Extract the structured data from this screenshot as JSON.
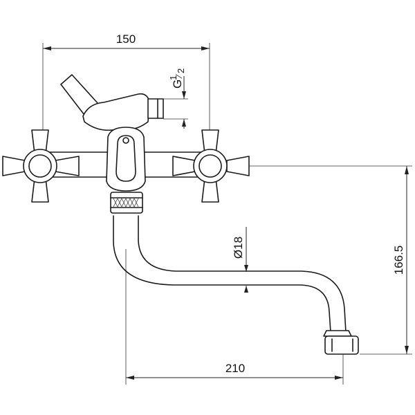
{
  "drawing": {
    "subject": "wall-mounted mixer tap",
    "dimensions": {
      "overall_width": "150",
      "thread": "G",
      "thread_num": "1",
      "thread_den": "2",
      "pipe_diameter": "Ø18",
      "height": "166.5",
      "spout_reach": "210"
    }
  }
}
